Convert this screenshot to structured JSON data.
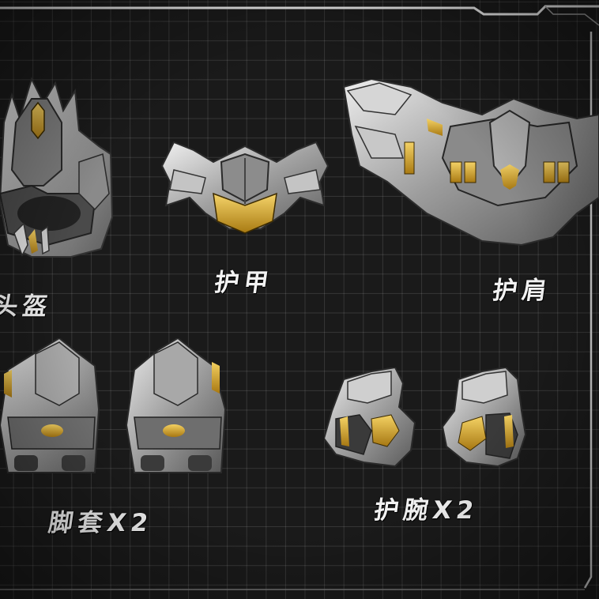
{
  "parts": [
    {
      "id": "helmet",
      "label": "头盔"
    },
    {
      "id": "armor",
      "label": "护甲"
    },
    {
      "id": "shoulder",
      "label": "护肩"
    },
    {
      "id": "boots",
      "label": "脚套X2"
    },
    {
      "id": "bracers",
      "label": "护腕X2"
    }
  ],
  "colors": {
    "background": "#1a1a1a",
    "grid": "#3a3a3a",
    "silver": "#b8b8b8",
    "gold": "#d4a528",
    "text": "#f2f2f2"
  }
}
